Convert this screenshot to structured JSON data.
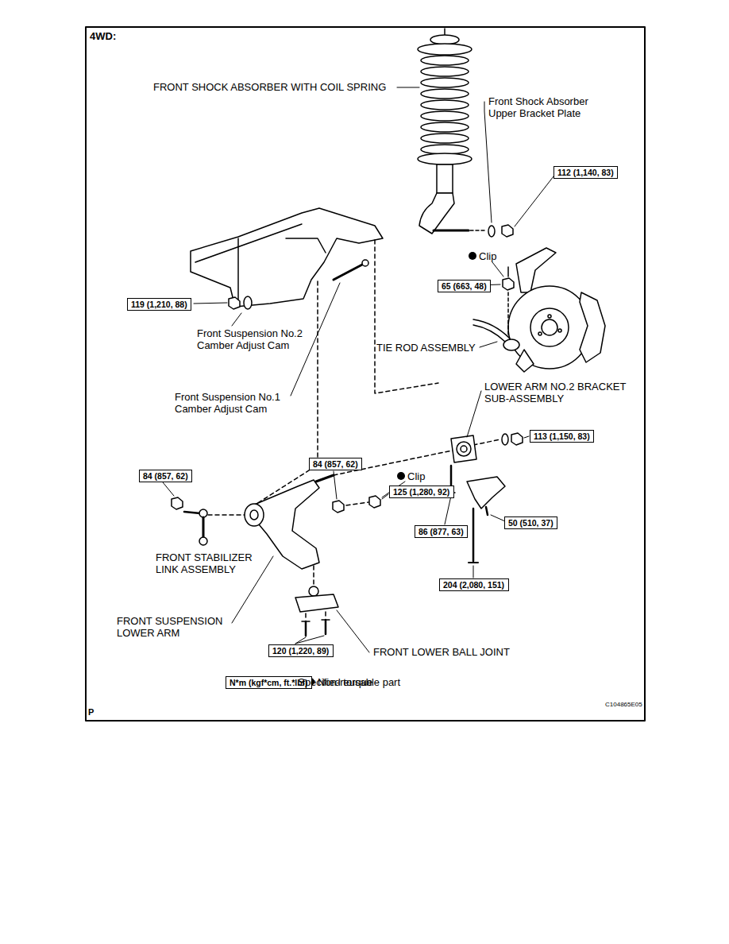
{
  "diagram": {
    "title": "4WD:",
    "nodes": [
      {
        "text": [
          "112 (1,140, 83)"
        ]
      },
      {
        "text": [
          "65 (663, 48)"
        ]
      },
      {
        "text": [
          "119 (1,210, 88)"
        ]
      },
      {
        "text": [
          "113 (1,150, 83)"
        ]
      },
      {
        "text": [
          "84 (857, 62)"
        ]
      },
      {
        "text": [
          "84 (857, 62)"
        ]
      },
      {
        "text": [
          "125 (1,280, 92)"
        ]
      },
      {
        "text": [
          "50 (510, 37)"
        ]
      },
      {
        "text": [
          "86 (877, 63)"
        ]
      },
      {
        "text": [
          "204 (2,080, 151)"
        ]
      },
      {
        "text": [
          "120 (1,220, 89)"
        ]
      },
      {
        "text": [
          "N*m (kgf*cm, ft.*lbf)"
        ]
      }
    ],
    "labels": [
      "FRONT SHOCK ABSORBER WITH COIL SPRING",
      "Front Shock Absorber Upper Bracket Plate",
      "Clip",
      "Front Suspension No.2 Camber Adjust Cam",
      "TIE ROD ASSEMBLY",
      "Front Suspension No.1 Camber Adjust Cam",
      "LOWER ARM NO.2 BRACKET SUB-ASSEMBLY",
      "Clip",
      "FRONT STABILIZER LINK ASSEMBLY",
      "FRONT SUSPENSION LOWER ARM",
      "FRONT LOWER BALL JOINT",
      ": Specified torque",
      "P",
      "C104865E05"
    ],
    "legend": [
      {
        "text": "Non-reusable part"
      }
    ]
  }
}
